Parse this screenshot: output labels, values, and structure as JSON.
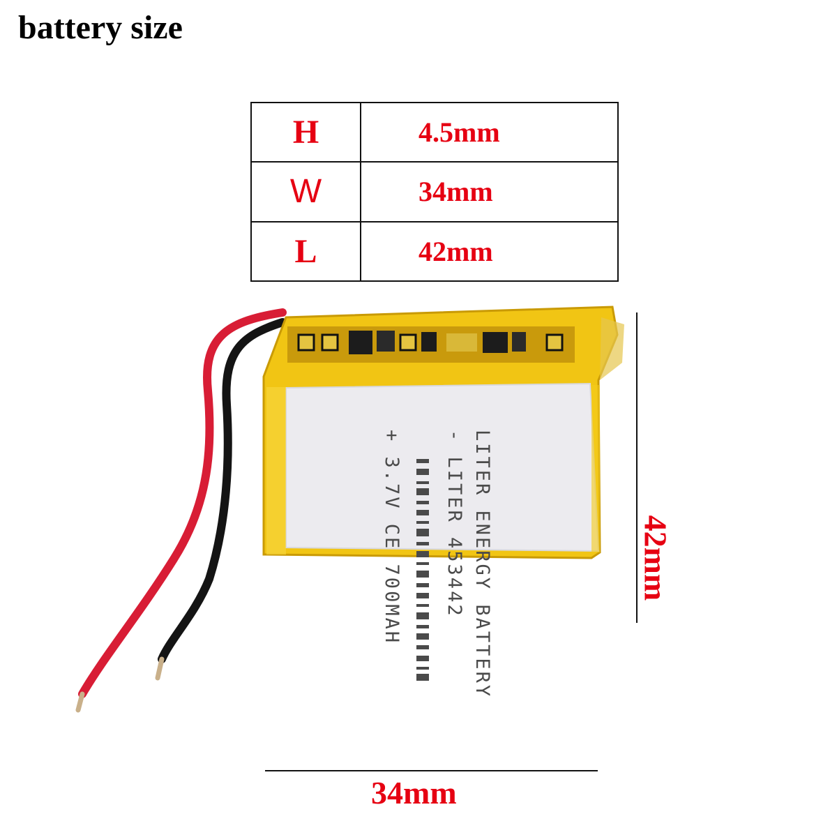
{
  "title": "battery size",
  "specs": [
    {
      "dimension": "H",
      "value": "4.5mm"
    },
    {
      "dimension": "W",
      "value": "34mm"
    },
    {
      "dimension": "L",
      "value": "42mm"
    }
  ],
  "width_label": "34mm",
  "length_label": "42mm",
  "battery_label": {
    "line1": "LITER ENERGY BATTERY",
    "line2": "- LITER 453442",
    "line3": "+ 3.7V CE 700MAH"
  },
  "colors": {
    "accent": "#e60012",
    "battery": "#f2c614",
    "label": "#ecebef"
  }
}
